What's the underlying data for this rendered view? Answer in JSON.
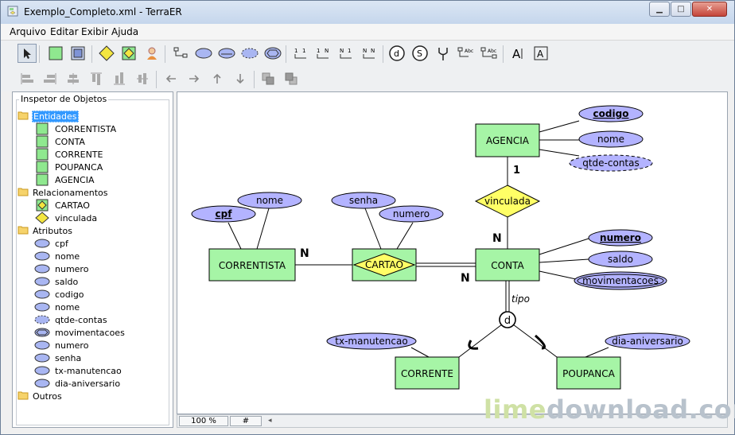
{
  "window": {
    "title": "Exemplo_Completo.xml - TerraER",
    "min": "▁",
    "max": "□",
    "close": "✕"
  },
  "menu": {
    "items": [
      "Arquivo",
      "Editar",
      "Exibir",
      "Ajuda"
    ]
  },
  "inspector": {
    "title": "Inspetor de Objetos",
    "groups": [
      {
        "label": "Entidades",
        "items": [
          "CORRENTISTA",
          "CONTA",
          "CORRENTE",
          "POUPANCA",
          "AGENCIA"
        ]
      },
      {
        "label": "Relacionamentos",
        "items": [
          "CARTAO",
          "vinculada"
        ]
      },
      {
        "label": "Atributos",
        "items": [
          "cpf",
          "nome",
          "numero",
          "saldo",
          "codigo",
          "nome",
          "qtde-contas",
          "movimentacoes",
          "numero",
          "senha",
          "tx-manutencao",
          "dia-aniversario"
        ]
      },
      {
        "label": "Outros",
        "items": []
      }
    ]
  },
  "diagram": {
    "entities": {
      "agencia": "AGENCIA",
      "conta": "CONTA",
      "correntista": "CORRENTISTA",
      "corrente": "CORRENTE",
      "poupanca": "POUPANCA"
    },
    "relationships": {
      "cartao": "CARTAO",
      "vinculada": "vinculada"
    },
    "attributes": {
      "codigo": "codigo",
      "nome_agencia": "nome",
      "qtde_contas": "qtde-contas",
      "cpf": "cpf",
      "nome_correntista": "nome",
      "senha": "senha",
      "numero_cartao": "numero",
      "numero_conta": "numero",
      "saldo": "saldo",
      "movimentacoes": "movimentacoes",
      "tx_manutencao": "tx-manutencao",
      "dia_aniversario": "dia-aniversario"
    },
    "cardinalities": {
      "agencia_vinculada": "1",
      "vinculada_conta": "N",
      "correntista_cartao": "N",
      "cartao_conta": "N"
    },
    "specialization": {
      "symbol": "d",
      "label": "tipo"
    },
    "colors": {
      "entity": "#a6f5a6",
      "relationship": "#ffff66",
      "attribute": "#b3b3ff"
    }
  },
  "status": {
    "zoom": "100 %",
    "grid": "#"
  },
  "watermark": {
    "a": "lime",
    "b": "download.com"
  }
}
